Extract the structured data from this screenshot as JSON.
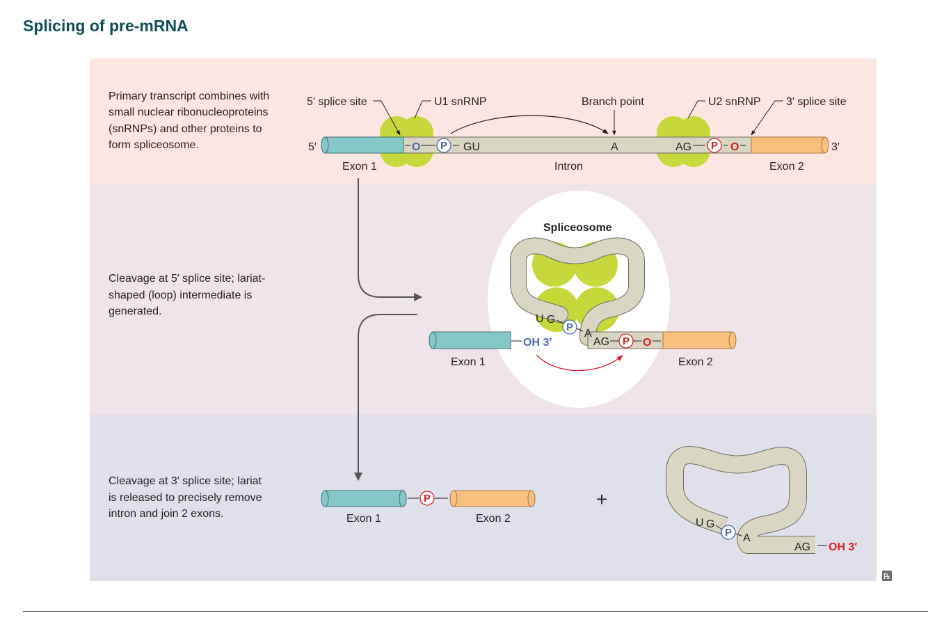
{
  "title": "Splicing of pre-mRNA",
  "colors": {
    "panel_top": "#fce6e1",
    "panel_middle": "#f0e4eb",
    "panel_bottom": "#dfe0ea",
    "exon1": "#86c7c8",
    "exon2": "#f8bf7e",
    "intron": "#d8d5c3",
    "snrnp": "#c7d83a",
    "phosphate_blue": "#4a6aa8",
    "phosphate_red": "#d42027",
    "title": "#0e4d55"
  },
  "step1": {
    "description": [
      "Primary transcript combines with",
      "small nuclear ribonucleoproteins",
      "(snRNPs) and other proteins to",
      "form spliceosome."
    ],
    "five_prime": "5′",
    "three_prime": "3′",
    "label_5_splice_site": "5′ splice site",
    "label_u1": "U1 snRNP",
    "label_branch_point": "Branch point",
    "label_u2": "U2 snRNP",
    "label_3_splice_site": "3′ splice site",
    "o_left": "O",
    "p_left": "P",
    "gu": "GU",
    "a": "A",
    "ag": "AG",
    "p_right": "P",
    "o_right": "O",
    "exon1": "Exon 1",
    "intron": "Intron",
    "exon2": "Exon 2"
  },
  "step2": {
    "description": [
      "Cleavage at 5′ splice site; lariat-",
      "shaped (loop) intermediate is",
      "generated."
    ],
    "spliceosome": "Spliceosome",
    "u": "U",
    "g": "G",
    "p_center": "P",
    "a": "A",
    "ag": "AG",
    "p_right": "P",
    "o_right": "O",
    "oh3": "OH 3′",
    "exon1": "Exon 1",
    "exon2": "Exon 2"
  },
  "step3": {
    "description": [
      "Cleavage at 3′ splice site; lariat",
      "is released to precisely remove",
      "intron and join 2 exons."
    ],
    "p_join": "P",
    "exon1": "Exon 1",
    "exon2": "Exon 2",
    "plus": "+",
    "u": "U",
    "g": "G",
    "p_lariat": "P",
    "a": "A",
    "ag": "AG",
    "oh3": "OH 3′"
  },
  "rx_icon": "℞"
}
